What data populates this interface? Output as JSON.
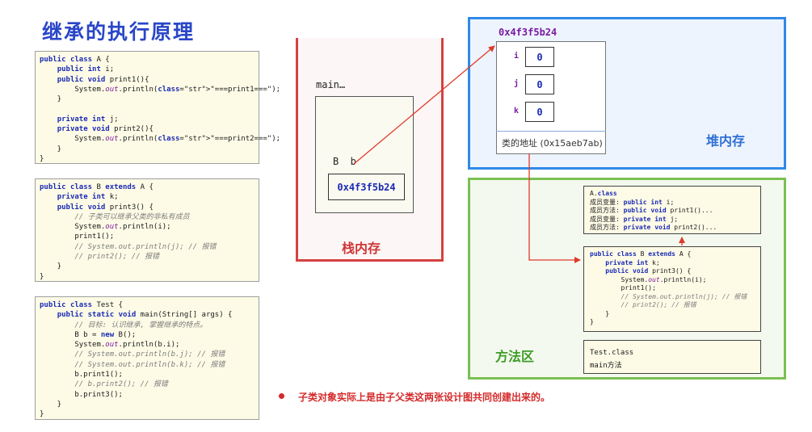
{
  "title": "继承的执行原理",
  "code_a": {
    "lines": [
      "public class A {",
      "    public int i;",
      "    public void print1(){",
      "        System.out.println(\"===print1===\");",
      "    }",
      "",
      "    private int j;",
      "    private void print2(){",
      "        System.out.println(\"===print2===\");",
      "    }",
      "}"
    ]
  },
  "code_b": {
    "lines": [
      "public class B extends A {",
      "    private int k;",
      "    public void print3() {",
      "        // 子类可以继承父类的非私有成员",
      "        System.out.println(i);",
      "        print1();",
      "        // System.out.println(j); // 报错",
      "        // print2(); // 报错",
      "    }",
      "}"
    ]
  },
  "code_test": {
    "lines": [
      "public class Test {",
      "    public static void main(String[] args) {",
      "        // 目标: 认识继承, 掌握继承的特点。",
      "        B b = new B();",
      "        System.out.println(b.i);",
      "        // System.out.println(b.j); // 报错",
      "        // System.out.println(b.k); // 报错",
      "        b.print1();",
      "        // b.print2(); // 报错",
      "        b.print3();",
      "    }",
      "}"
    ]
  },
  "stack": {
    "frame_label": "main…",
    "variable": "B  b",
    "reference": "0x4f3f5b24",
    "name": "栈内存"
  },
  "heap": {
    "address": "0x4f3f5b24",
    "fields": [
      {
        "name": "i",
        "value": "0"
      },
      {
        "name": "j",
        "value": "0"
      },
      {
        "name": "k",
        "value": "0"
      }
    ],
    "parent_address": "类的地址 (0x15aeb7ab)",
    "name": "堆内存"
  },
  "method_area": {
    "class_a_lines": [
      "A.class",
      "成员变量: public int i;",
      "成员方法: public void print1()...",
      "成员变量: private int j;",
      "成员方法: private void print2()..."
    ],
    "class_b_lines": [
      "public class B extends A {",
      "    private int k;",
      "    public void print3() {",
      "        System.out.println(i);",
      "        print1();",
      "        // System.out.println(j); // 报错",
      "        // print2(); // 报错",
      "    }",
      "}"
    ],
    "test_class": "Test.class",
    "test_main": "main方法",
    "name": "方法区"
  },
  "note": "子类对象实际上是由子父类这两张设计图共同创建出来的。",
  "colors": {
    "stack": "#d64141",
    "heap": "#2f89e8",
    "method_area": "#7bc052",
    "arrow": "#e03a2a"
  }
}
